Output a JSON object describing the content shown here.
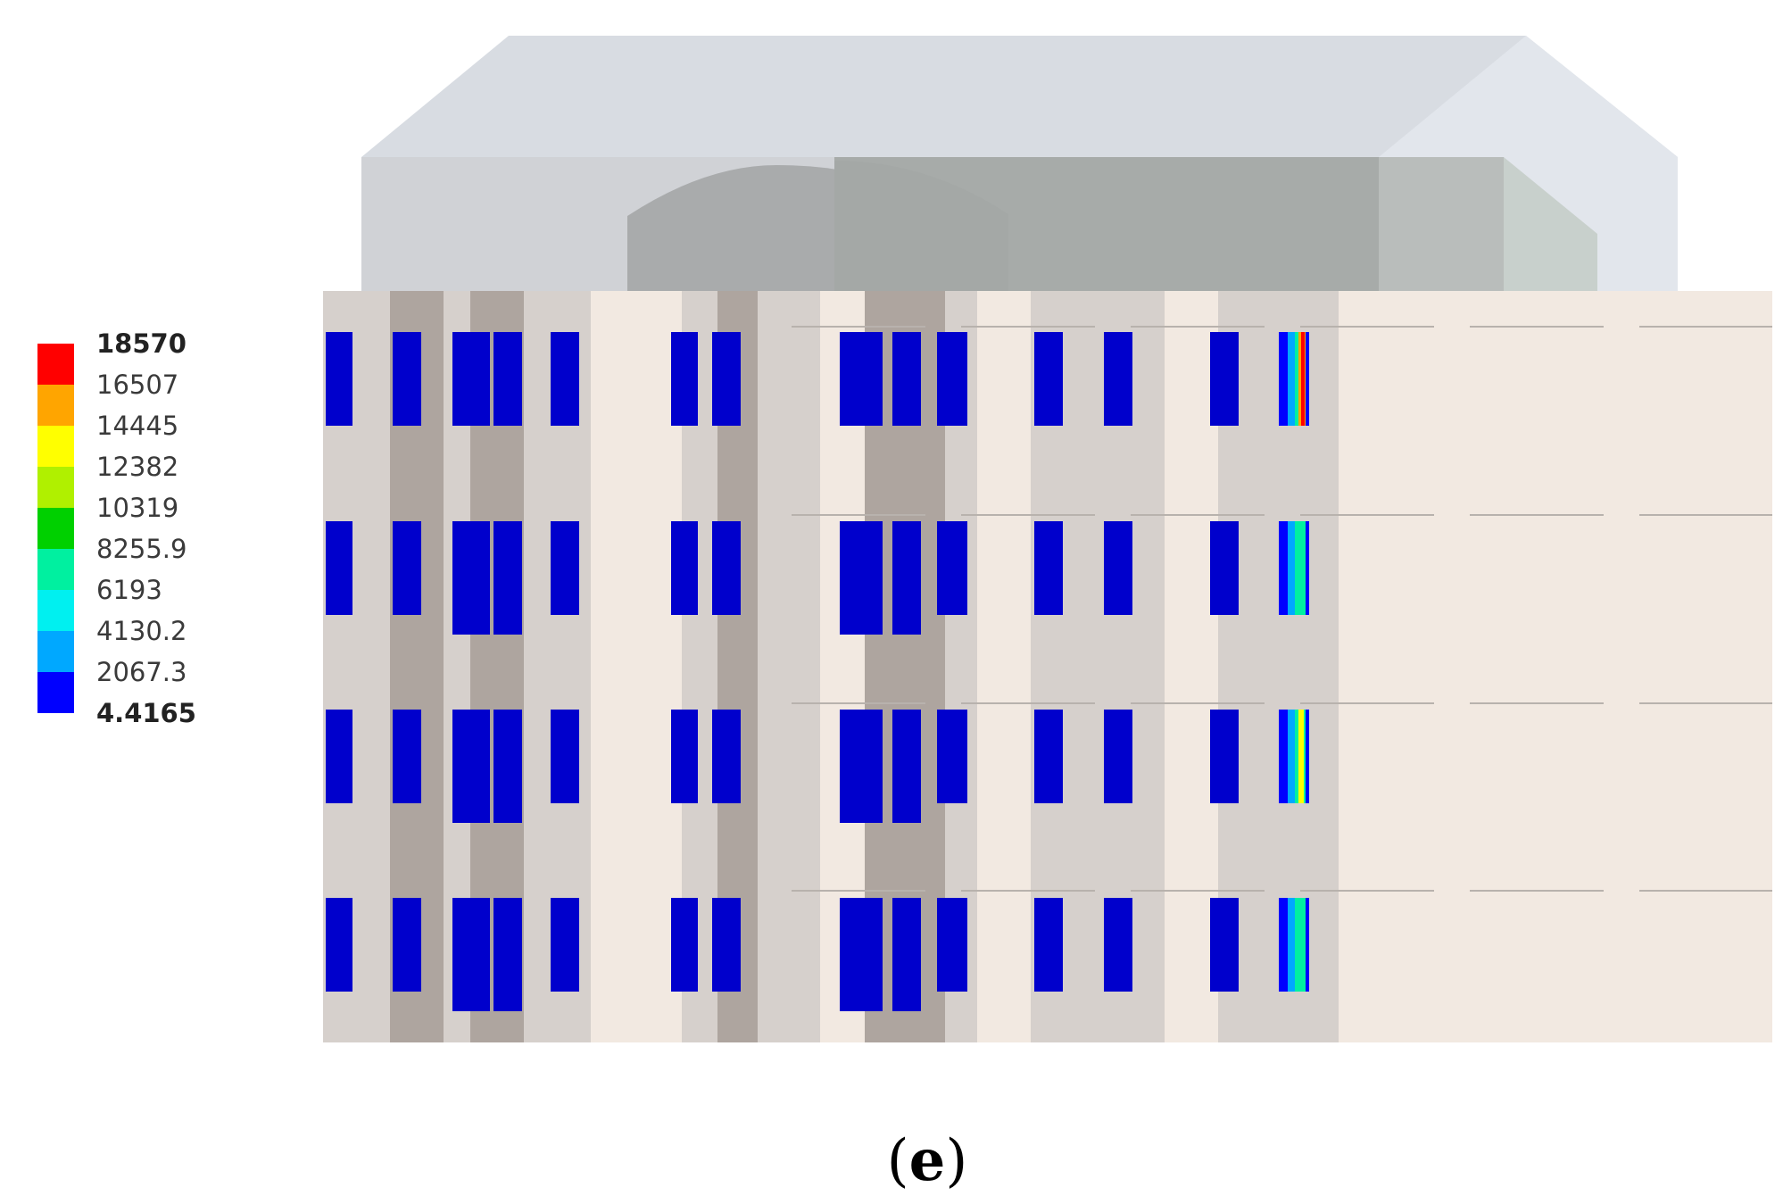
{
  "legend": {
    "labels": [
      "18570",
      "16507",
      "14445",
      "12382",
      "10319",
      "8255.9",
      "6193",
      "4130.2",
      "2067.3",
      "4.4165"
    ],
    "colors": [
      "#ff0000",
      "#ffa500",
      "#ffff00",
      "#b0f000",
      "#00d000",
      "#00f0a0",
      "#00f0f0",
      "#00a8ff",
      "#0000ff"
    ],
    "max_label": "18570",
    "min_label": "4.4165"
  },
  "caption": {
    "open": "(",
    "letter": "e",
    "close": ")"
  },
  "colors": {
    "window_blue": "#0000cc",
    "wall_light": "#f2e9e1",
    "wall_grey": "#d6d0cc",
    "pillar_dark": "#aea59f",
    "roof_light": "#d6dae0",
    "roof_dark": "#a3a8a6"
  }
}
